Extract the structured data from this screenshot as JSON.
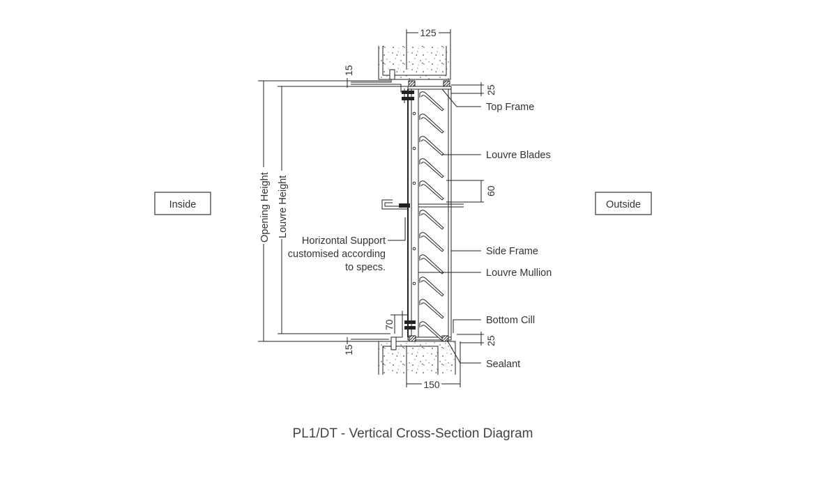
{
  "diagram": {
    "caption": "PL1/DT - Vertical Cross-Section Diagram",
    "side_labels": {
      "inside": "Inside",
      "outside": "Outside"
    },
    "callouts": {
      "top_frame": "Top Frame",
      "louvre_blades": "Louvre Blades",
      "side_frame": "Side Frame",
      "louvre_mullion": "Louvre Mullion",
      "bottom_cill": "Bottom Cill",
      "sealant": "Sealant",
      "horizontal_support_line1": "Horizontal Support",
      "horizontal_support_line2": "customised according",
      "horizontal_support_line3": "to specs."
    },
    "dimensions": {
      "top_width": "125",
      "bottom_width": "150",
      "top_gap": "15",
      "bottom_gap": "15",
      "top_frame_depth": "25",
      "cill_depth": "25",
      "blade_pitch": "60",
      "bottom_offset": "70",
      "opening_height": "Opening Height",
      "louvre_height": "Louvre Height"
    }
  }
}
